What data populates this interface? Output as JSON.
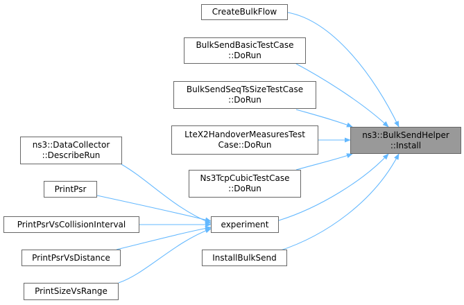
{
  "graph": {
    "edge_color": "#63b8ff",
    "target": {
      "line1": "ns3::BulkSendHelper",
      "line2": "::Install"
    },
    "callers": {
      "createbulkflow": {
        "line1": "CreateBulkFlow"
      },
      "bulksendbasic": {
        "line1": "BulkSendBasicTestCase",
        "line2": "::DoRun"
      },
      "bulksendseq": {
        "line1": "BulkSendSeqTsSizeTestCase",
        "line2": "::DoRun"
      },
      "ltex2": {
        "line1": "LteX2HandoverMeasuresTest",
        "line2": "Case::DoRun"
      },
      "ns3tcp": {
        "line1": "Ns3TcpCubicTestCase",
        "line2": "::DoRun"
      },
      "experiment": {
        "line1": "experiment"
      },
      "installbulksend": {
        "line1": "InstallBulkSend"
      },
      "datacollector": {
        "line1": "ns3::DataCollector",
        "line2": "::DescribeRun"
      },
      "printpsr": {
        "line1": "PrintPsr"
      },
      "printpsrcollision": {
        "line1": "PrintPsrVsCollisionInterval"
      },
      "printpsrdistance": {
        "line1": "PrintPsrVsDistance"
      },
      "printsizerange": {
        "line1": "PrintSizeVsRange"
      }
    }
  }
}
